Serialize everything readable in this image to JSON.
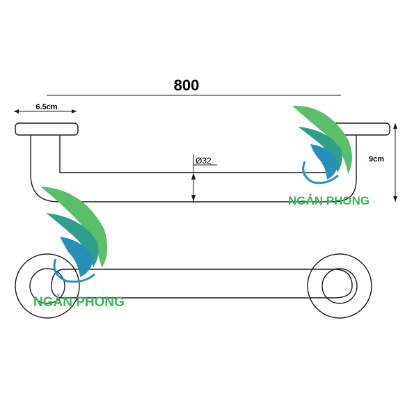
{
  "dimensions": {
    "length": "800",
    "flange_width": "6.5cm",
    "diameter": "Ø32",
    "height": "9cm"
  },
  "watermark": {
    "text": "NGẢN PHONG",
    "colors": {
      "green": "#5bbf6a",
      "teal": "#2f9e8a",
      "blue": "#2a8fb8"
    }
  },
  "colors": {
    "line": "#1a1a1a"
  }
}
